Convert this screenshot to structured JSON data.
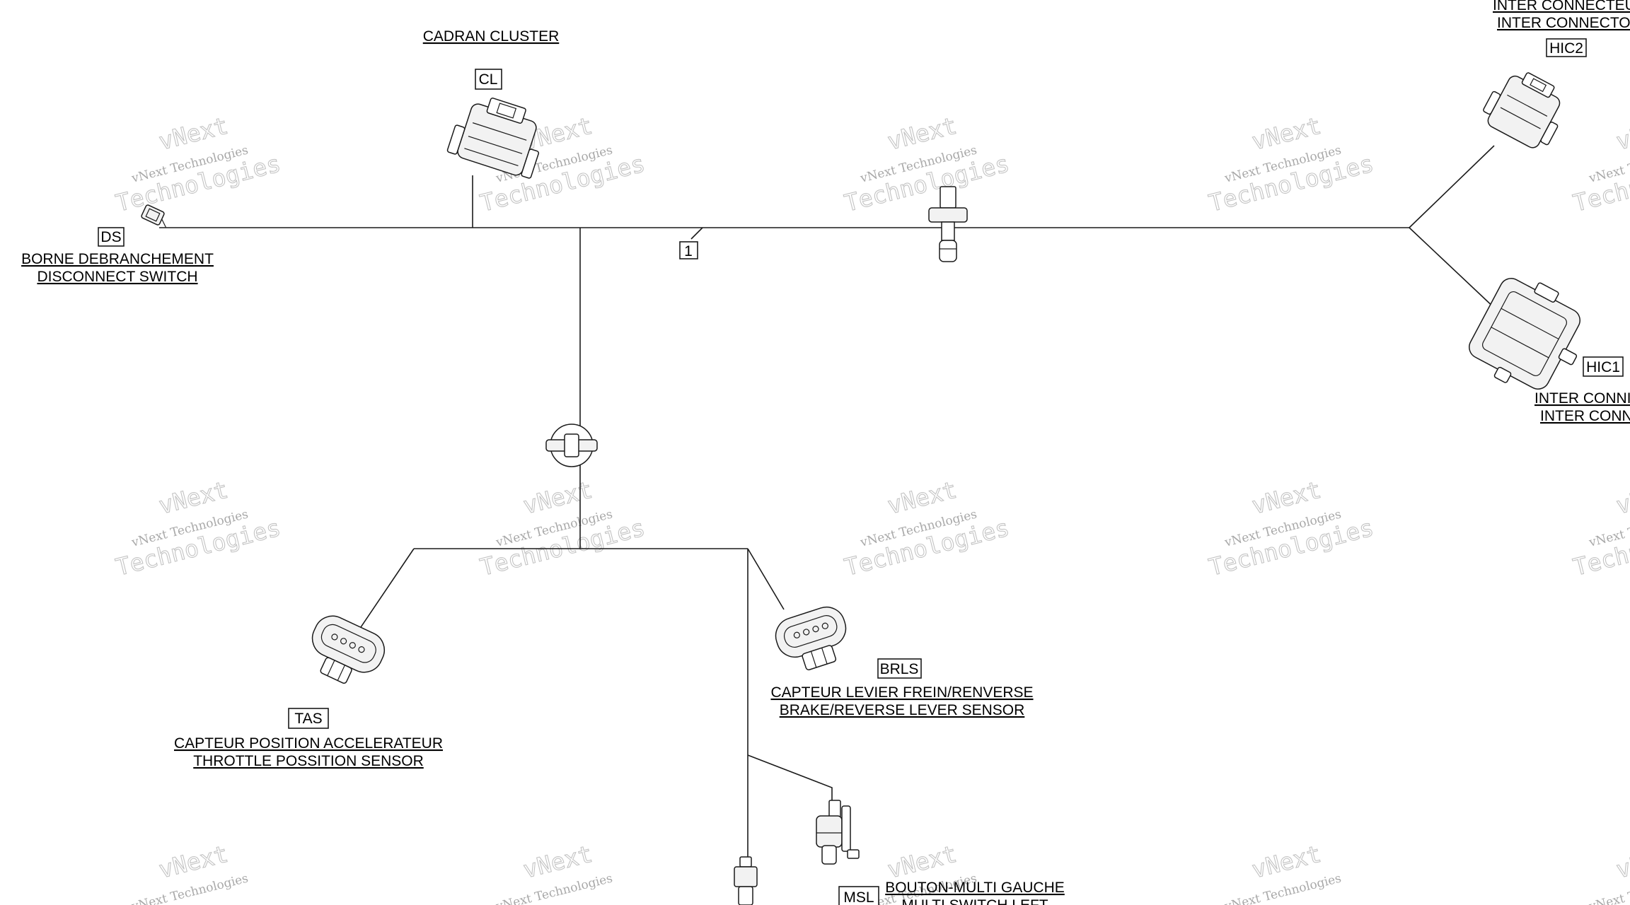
{
  "watermark": {
    "line1": "vNext",
    "line2": "vNext Technologies",
    "line3": "Technologies"
  },
  "connectors": {
    "cl": {
      "code": "CL",
      "label_line1": "CADRAN CLUSTER",
      "label_line2": ""
    },
    "ds": {
      "code": "DS",
      "label_line1": "BORNE DEBRANCHEMENT",
      "label_line2": "DISCONNECT SWITCH"
    },
    "hic2": {
      "code": "HIC2",
      "label_line1": "INTER CONNECTEU",
      "label_line2": "INTER CONNECTO"
    },
    "hic1": {
      "code": "HIC1",
      "label_line1": "INTER CONNI",
      "label_line2": "INTER CONN"
    },
    "tas": {
      "code": "TAS",
      "label_line1": "CAPTEUR POSITION ACCELERATEUR",
      "label_line2": "THROTTLE POSSITION SENSOR"
    },
    "brls": {
      "code": "BRLS",
      "label_line1": "CAPTEUR LEVIER FREIN/RENVERSE",
      "label_line2": "BRAKE/REVERSE LEVER SENSOR"
    },
    "msl": {
      "code": "MSL",
      "label_line1": "BOUTON-MULTI GAUCHE",
      "label_line2": "MULTI SWITCH LEFT"
    }
  },
  "callouts": {
    "harness": "1"
  }
}
